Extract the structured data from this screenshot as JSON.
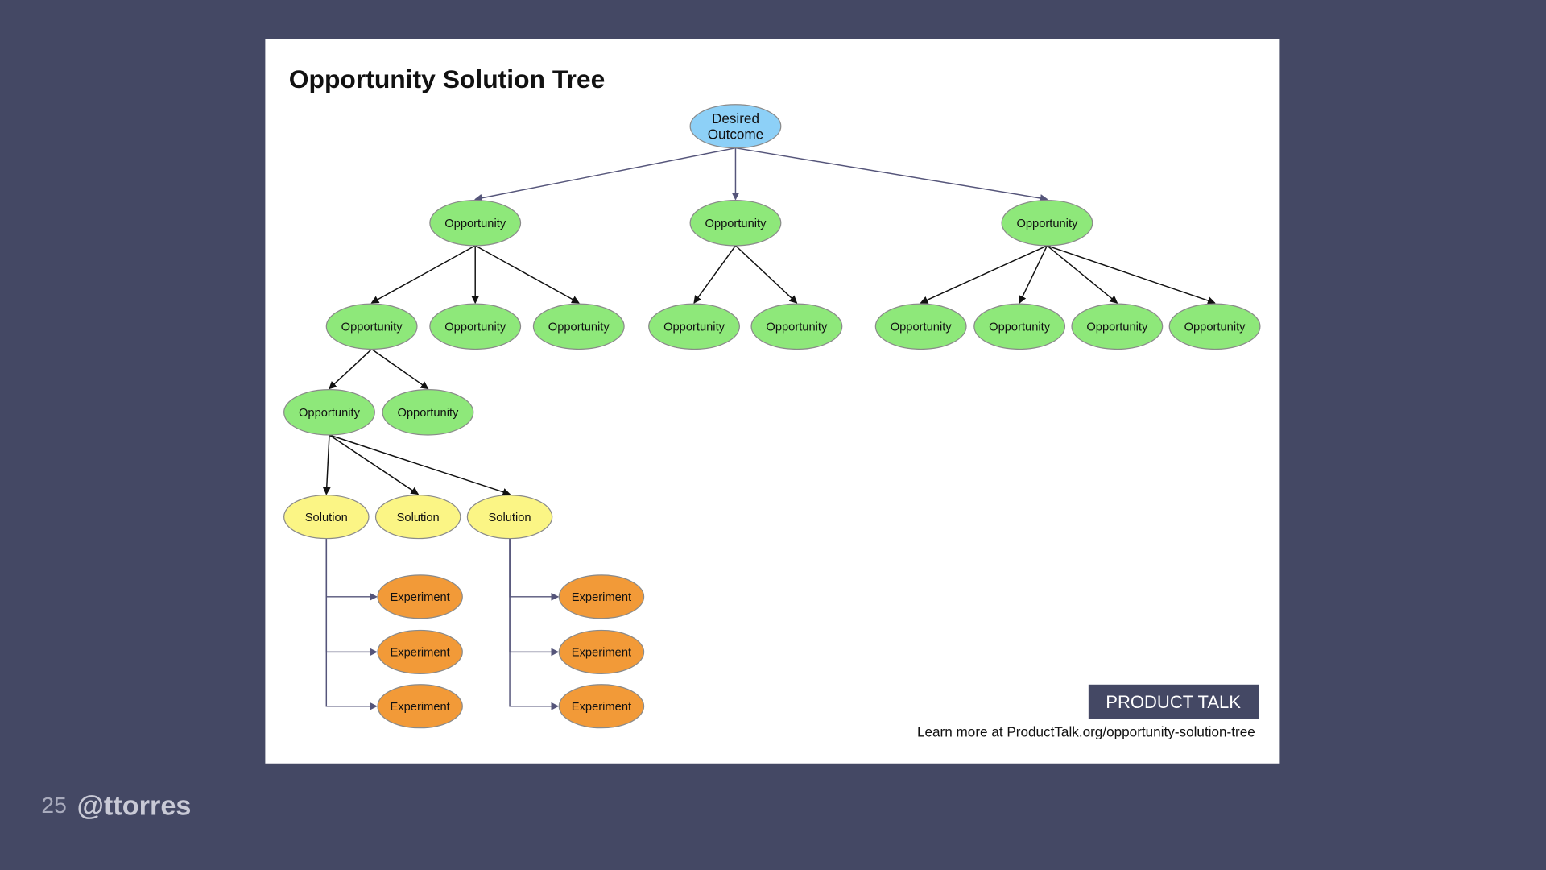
{
  "slide": {
    "title": "Opportunity Solution Tree",
    "page_number": "25",
    "handle": "@ttorres",
    "brand_badge": "PRODUCT TALK",
    "learn_more": "Learn more at ProductTalk.org/opportunity-solution-tree"
  },
  "colors": {
    "background": "#444864",
    "outcome": "#8dd0f7",
    "opportunity": "#8ee87a",
    "solution": "#fbf585",
    "experiment": "#f29a38",
    "badge": "#444864"
  },
  "tree": {
    "nodes": [
      {
        "id": "outcome",
        "label": [
          "Desired",
          "Outcome"
        ],
        "type": "outcome"
      },
      {
        "id": "o1",
        "label": [
          "Opportunity"
        ],
        "type": "opportunity",
        "parent": "outcome"
      },
      {
        "id": "o2",
        "label": [
          "Opportunity"
        ],
        "type": "opportunity",
        "parent": "outcome"
      },
      {
        "id": "o3",
        "label": [
          "Opportunity"
        ],
        "type": "opportunity",
        "parent": "outcome"
      },
      {
        "id": "o11",
        "label": [
          "Opportunity"
        ],
        "type": "opportunity",
        "parent": "o1"
      },
      {
        "id": "o12",
        "label": [
          "Opportunity"
        ],
        "type": "opportunity",
        "parent": "o1"
      },
      {
        "id": "o13",
        "label": [
          "Opportunity"
        ],
        "type": "opportunity",
        "parent": "o1"
      },
      {
        "id": "o21",
        "label": [
          "Opportunity"
        ],
        "type": "opportunity",
        "parent": "o2"
      },
      {
        "id": "o22",
        "label": [
          "Opportunity"
        ],
        "type": "opportunity",
        "parent": "o2"
      },
      {
        "id": "o31",
        "label": [
          "Opportunity"
        ],
        "type": "opportunity",
        "parent": "o3"
      },
      {
        "id": "o32",
        "label": [
          "Opportunity"
        ],
        "type": "opportunity",
        "parent": "o3"
      },
      {
        "id": "o33",
        "label": [
          "Opportunity"
        ],
        "type": "opportunity",
        "parent": "o3"
      },
      {
        "id": "o34",
        "label": [
          "Opportunity"
        ],
        "type": "opportunity",
        "parent": "o3"
      },
      {
        "id": "o111",
        "label": [
          "Opportunity"
        ],
        "type": "opportunity",
        "parent": "o11"
      },
      {
        "id": "o112",
        "label": [
          "Opportunity"
        ],
        "type": "opportunity",
        "parent": "o11"
      },
      {
        "id": "s1",
        "label": [
          "Solution"
        ],
        "type": "solution",
        "parent": "o111"
      },
      {
        "id": "s2",
        "label": [
          "Solution"
        ],
        "type": "solution",
        "parent": "o111"
      },
      {
        "id": "s3",
        "label": [
          "Solution"
        ],
        "type": "solution",
        "parent": "o111"
      },
      {
        "id": "e11",
        "label": [
          "Experiment"
        ],
        "type": "experiment",
        "parent": "s1"
      },
      {
        "id": "e12",
        "label": [
          "Experiment"
        ],
        "type": "experiment",
        "parent": "s1"
      },
      {
        "id": "e13",
        "label": [
          "Experiment"
        ],
        "type": "experiment",
        "parent": "s1"
      },
      {
        "id": "e31",
        "label": [
          "Experiment"
        ],
        "type": "experiment",
        "parent": "s3"
      },
      {
        "id": "e32",
        "label": [
          "Experiment"
        ],
        "type": "experiment",
        "parent": "s3"
      },
      {
        "id": "e33",
        "label": [
          "Experiment"
        ],
        "type": "experiment",
        "parent": "s3"
      }
    ]
  }
}
